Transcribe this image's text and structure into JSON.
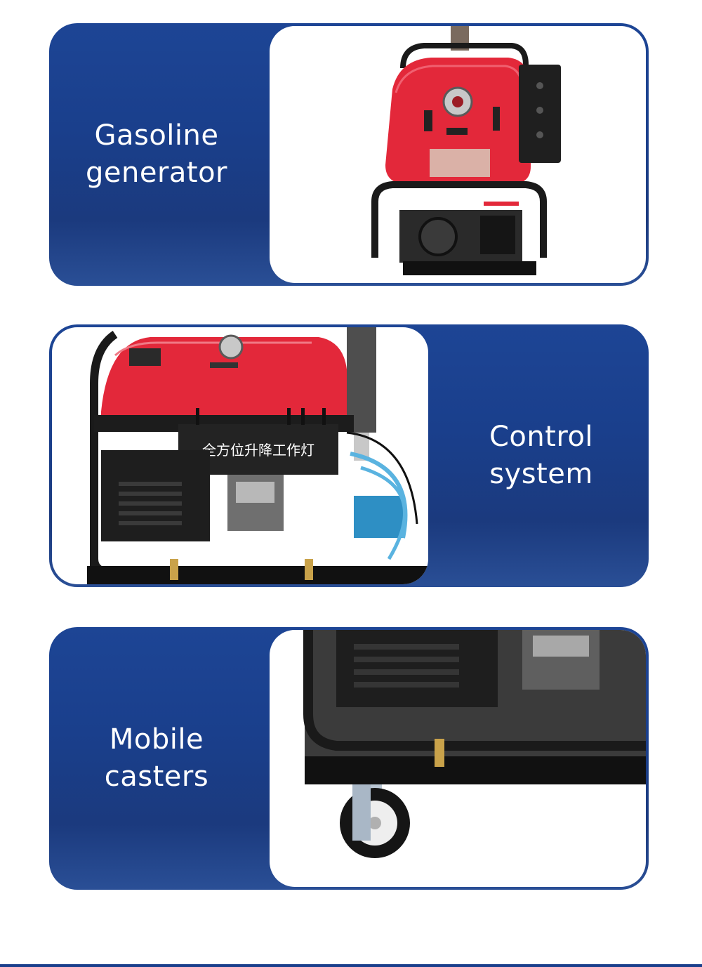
{
  "sections": [
    {
      "title_line1": "Gasoline",
      "title_line2": "generator",
      "image": "generator-top-view"
    },
    {
      "title_line1": "Control",
      "title_line2": "system",
      "image": "control-panel-view",
      "panel_text": "全方位升降工作灯"
    },
    {
      "title_line1": "Mobile",
      "title_line2": "casters",
      "image": "caster-wheel-view"
    }
  ],
  "colors": {
    "card_blue": "#1d4595",
    "generator_red": "#e3283a",
    "frame_black": "#1a1a1a"
  }
}
